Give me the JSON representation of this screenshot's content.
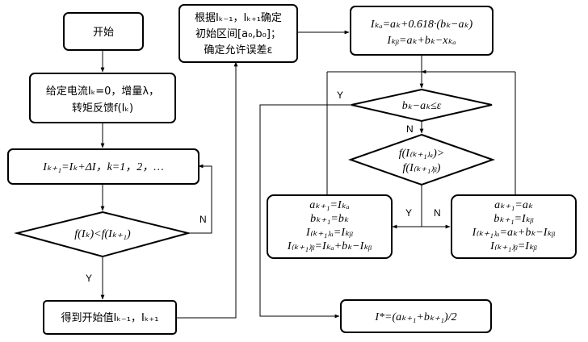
{
  "nodes": {
    "start": "开始",
    "init": [
      "给定电流Iₖ=0，增量λ，",
      "转矩反馈f(Iₖ)"
    ],
    "iterate": "Iₖ₊₁=Iₖ+ΔI，k=1，2，…",
    "compare": "f(Iₖ)<f(Iₖ₊₁)",
    "result_start": "得到开始值Iₖ₋₁，Iₖ₊₁",
    "interval": [
      "根据Iₖ₋₁，Iₖ₊₁确定",
      "初始区间[a₀,b₀]；",
      "确定允许误差ε"
    ],
    "golden": [
      "Iₖₐ=aₖ+0.618·(bₖ−aₖ)",
      "Iₖᵦ=aₖ+bₖ−xₖₐ"
    ],
    "tolerance": "bₖ−aₖ≤ε",
    "fcompare": [
      "f(I₍ₖ₊₁₎ₐ)>",
      "f(I₍ₖ₊₁₎ᵦ)"
    ],
    "update_left": [
      "aₖ₊₁=Iₖₐ",
      "bₖ₊₁=bₖ",
      "I₍ₖ₊₁₎ₐ=Iₖᵦ",
      "I₍ₖ₊₁₎ᵦ=Iₖₐ+bₖ−Iₖᵦ"
    ],
    "update_right": [
      "aₖ₊₁=aₖ",
      "bₖ₊₁=Iₖᵦ",
      "I₍ₖ₊₁₎ₐ=aₖ+bₖ−Iₖᵦ",
      "I₍ₖ₊₁₎ᵦ=Iₖᵦ"
    ],
    "final": "I*=(aₖ₊₁+bₖ₊₁)/2"
  },
  "edge_labels": {
    "compare_no": "N",
    "compare_yes": "Y",
    "tolerance_yes": "Y",
    "tolerance_no": "N",
    "fcompare_yes": "Y",
    "fcompare_no": "N"
  }
}
